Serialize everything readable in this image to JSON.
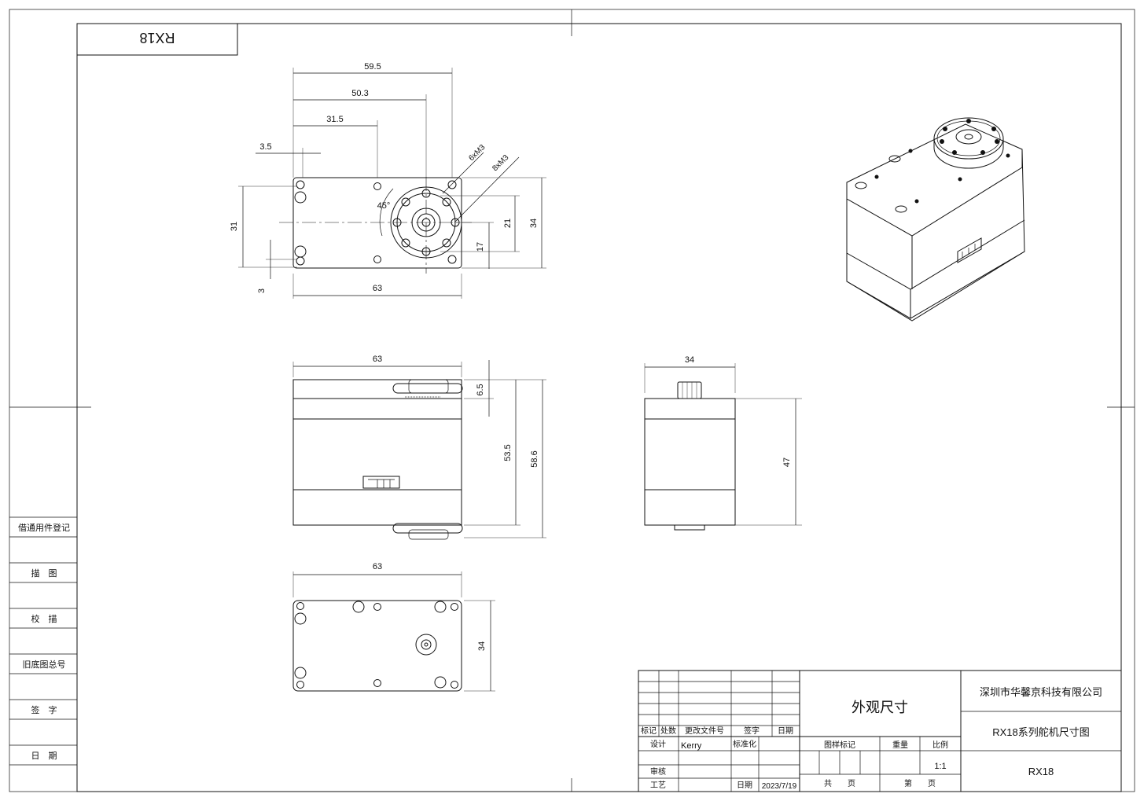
{
  "drawing_code_box": "RX18",
  "side_table": [
    "借通用件登记",
    "描　图",
    "校　描",
    "旧底图总号",
    "签　字",
    "日　期"
  ],
  "dimensions": {
    "top_view": {
      "d59_5": "59.5",
      "d50_3": "50.3",
      "d31_5": "31.5",
      "d3_5": "3.5",
      "d31": "31",
      "d3": "3",
      "d63": "63",
      "d34": "34",
      "d21": "21",
      "d17": "17",
      "angle": "45°",
      "hole_a": "6xM3",
      "hole_b": "8xM3"
    },
    "front_view": {
      "d63": "63",
      "d6_5": "6.5",
      "d53_5": "53.5",
      "d58_6": "58.6"
    },
    "side_view": {
      "d34": "34",
      "d47": "47"
    },
    "bottom_view": {
      "d63": "63",
      "d34": "34"
    }
  },
  "title_block": {
    "hdr_mark": "标记",
    "hdr_count": "处数",
    "hdr_docno": "更改文件号",
    "hdr_sign": "签字",
    "hdr_date": "日期",
    "design_label": "设计",
    "designer": "Kerry",
    "std_label": "标准化",
    "review_label": "审核",
    "process_label": "工艺",
    "date_label": "日期",
    "date_value": "2023/7/19",
    "drawing_title": "外观尺寸",
    "stage_label": "图样标记",
    "weight_label": "重量",
    "scale_label": "比例",
    "scale_value": "1:1",
    "total_label": "共　　页",
    "sheet_label": "第　　页",
    "company": "深圳市华馨京科技有限公司",
    "drawing_name": "RX18系列舵机尺寸图",
    "part_no": "RX18"
  }
}
